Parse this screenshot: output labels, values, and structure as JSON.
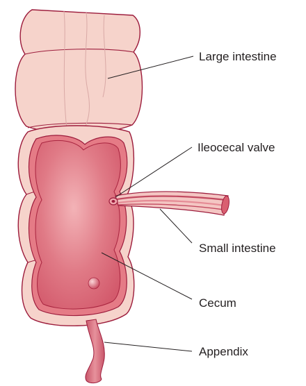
{
  "diagram": {
    "labels": {
      "large_intestine": "Large intestine",
      "ileocecal_valve": "Ileocecal valve",
      "small_intestine": "Small intestine",
      "cecum": "Cecum",
      "appendix": "Appendix"
    },
    "colors": {
      "outer_wall": "#f6d3cb",
      "outline": "#9c1b3b",
      "inner_wall": "#e57b86",
      "lumen": "#d95f70",
      "lumen_highlight": "#f0a7ad",
      "label_text": "#231f20"
    }
  }
}
